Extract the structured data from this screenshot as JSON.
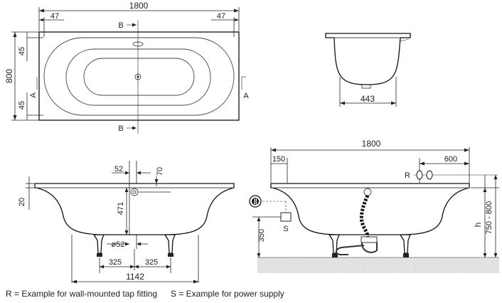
{
  "plan_view": {
    "length": "1800",
    "left_edge": "47",
    "right_edge": "47",
    "width": "800",
    "top_edge": "45",
    "bottom_edge": "45",
    "section_b_top": "B",
    "section_b_bottom": "B",
    "section_a_left": "A",
    "section_a_right": "A"
  },
  "end_view": {
    "bottom_width": "443"
  },
  "side_view": {
    "waste_offset": "52",
    "overflow_height": "70",
    "rim_thickness": "20",
    "depth": "471",
    "waste_diameter": "ø52",
    "foot_left": "325",
    "foot_right": "325",
    "foot_span": "1142"
  },
  "install_view": {
    "length": "1800",
    "rim_offset": "150",
    "tap_offset": "600",
    "tap_label": "R",
    "supply_label": "S",
    "supply_height": "350",
    "height_symbol": "h",
    "height_range": "750 - 800"
  },
  "legend": {
    "tap": "R = Example for wall-mounted tap fitting",
    "supply": "S = Example for power supply"
  }
}
